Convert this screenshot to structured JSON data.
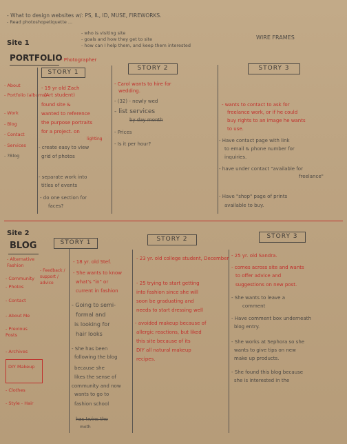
{
  "header": {
    "line1": "- What to design websites w/: PS, IL, ID, MUSE, FIREWORKS.",
    "line2": "- Read photoshopetiquette ...",
    "q1": "- who is visiting site",
    "q2": "- goals and how they get to site",
    "q3": "- how can I help them, and keep them interested",
    "wireframes": "WIRE FRAMES"
  },
  "site1": {
    "label": "Site 1",
    "title": "PORTFOLIO",
    "subtitle": "- Photographer",
    "nav": [
      "- About",
      "- Portfolio (albums)",
      "- Work",
      "- Blog",
      "- Contact",
      "- Services",
      "- ?Blog"
    ],
    "story1": {
      "label": "STORY 1",
      "lines": [
        "- 19 yr old Zach",
        "(Art student)",
        "found site &",
        "wanted to reference",
        "the purpose portraits",
        "for a project. on",
        "lighting",
        "- create easy to view",
        "grid of photos",
        "- separate work into",
        "titles of events",
        "- do one section for",
        "faces?"
      ]
    },
    "story2": {
      "label": "STORY 2",
      "lines": [
        "- Carol wants to hire for",
        "wedding.",
        "- (32) - newly wed",
        "- list services",
        "by day month",
        "- Prices",
        "- Is it per hour?"
      ]
    },
    "story3": {
      "label": "STORY 3",
      "lines": [
        "- wants to contact to ask for",
        "freelance work, or if he could",
        "buy rights to an image he wants",
        "to use.",
        "- Have contact page with link",
        "to email & phone number for",
        "inquiries.",
        "- have under contact \"available for",
        "freelance\"",
        "- Have \"shop\" page of prints",
        "available to buy."
      ]
    }
  },
  "site2": {
    "label": "Site 2",
    "title": "BLOG",
    "nav": [
      "- Alternative Fashion",
      "- Community",
      "- Photos",
      "- Contact",
      "- About Me",
      "- Previous Posts",
      "- Archives",
      "DIY Makeup",
      "- Clothes",
      "- Style - Hair"
    ],
    "nav_side": "- Feedback / support / advice",
    "story1": {
      "label": "STORY 1",
      "lines": [
        "- 18 yr. old Stef.",
        "- She wants to know",
        "what's \"in\" or",
        "current in fashion",
        "- Going to semi-",
        "formal and",
        "is looking for",
        "hair looks",
        "- She has been",
        "following the blog",
        "because she",
        "likes the sense of",
        "community and now",
        "wants to go to",
        "fashion school",
        "has twins tho",
        "moth"
      ]
    },
    "story2": {
      "label": "STORY 2",
      "lines": [
        "- 23 yr. old college student, December",
        "- 25 trying to start getting",
        "into fashion since she will",
        "soon be graduating and",
        "needs to start dressing well",
        "- avoided makeup because of",
        "allergic reactions, but liked",
        "this site because of its",
        "DIY all natural makeup",
        "recipes."
      ]
    },
    "story3": {
      "label": "STORY 3",
      "lines": [
        "- 25 yr. old Sandra.",
        "- comes across site and wants",
        "to offer advice and",
        "suggestions on new post.",
        "- She wants to leave a",
        "comment",
        "- Have comment box underneath",
        "blog entry.",
        "- She works at Sephora so she",
        "wants to give tips on new",
        "make up products.",
        "- She found this blog because",
        "she is interested in the"
      ]
    }
  }
}
